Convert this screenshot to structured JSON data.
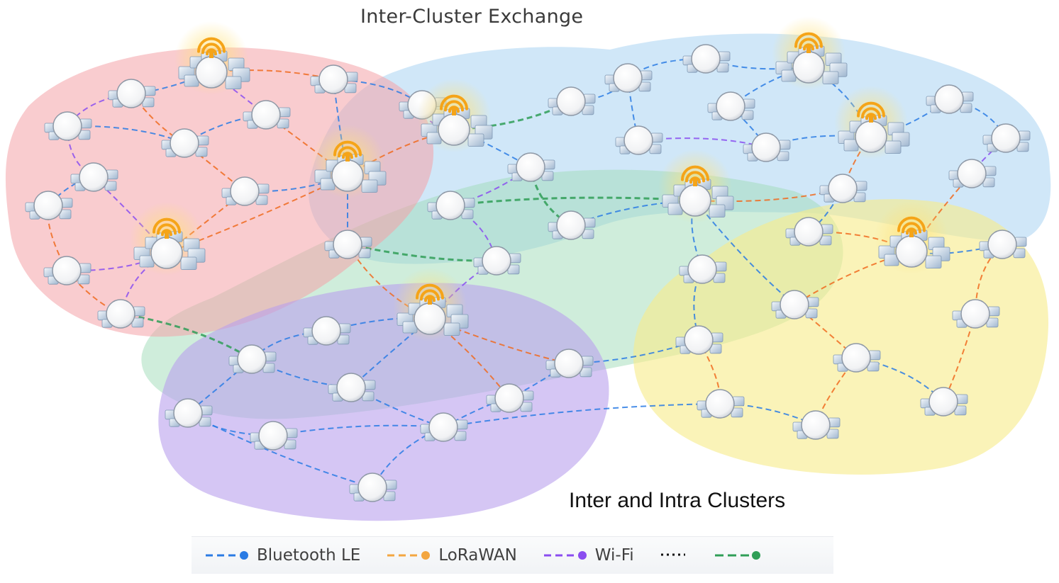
{
  "header": {
    "title": "Inter-Cluster Exchange"
  },
  "caption": {
    "text": "Inter and Intra Clusters"
  },
  "legend": {
    "items": [
      {
        "label": "Bluetooth LE",
        "color": "#2a7be4",
        "style": "dash-dot"
      },
      {
        "label": "LoRaWAN",
        "color": "#f3a640",
        "style": "dash-dot"
      },
      {
        "label": "Wi-Fi",
        "color": "#8a4df0",
        "style": "dash-dot"
      },
      {
        "label": "",
        "color": "#111111",
        "style": "dots"
      },
      {
        "label": "",
        "color": "#2f9e57",
        "style": "dash-dot"
      }
    ]
  },
  "colors": {
    "cluster_red": "#f4a3a8",
    "cluster_blue": "#a9d4f2",
    "cluster_green": "#9fdcb8",
    "cluster_purple": "#b9a0ec",
    "cluster_yellow": "#f7ec8d",
    "ble": "#2a7be4",
    "lorawan": "#f06a1f",
    "wifi": "#8a4df0",
    "green_link": "#2f9e57",
    "gateway_signal": "#f5a418"
  }
}
